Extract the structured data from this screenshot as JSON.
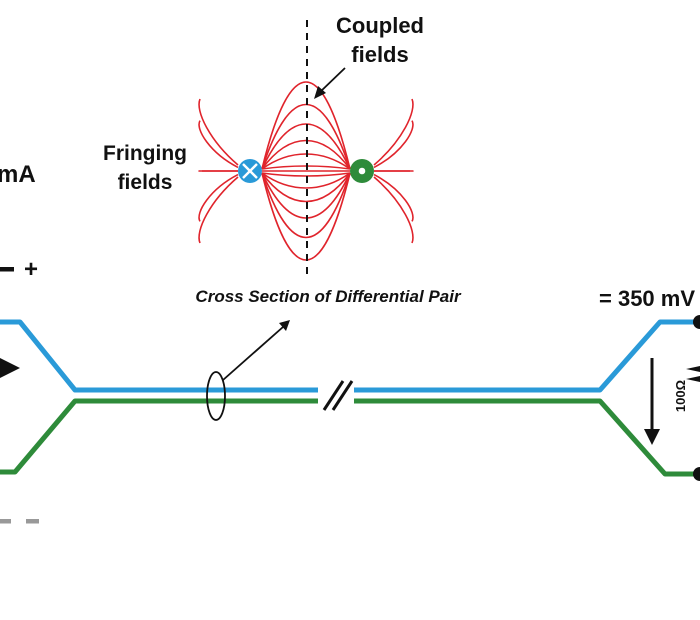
{
  "labels": {
    "coupled_line1": "Coupled",
    "coupled_line2": "fields",
    "fringing_line1": "Fringing",
    "fringing_line2": "fields",
    "cross_section": "Cross Section of Differential Pair",
    "current": "mA",
    "voltage": "= 350 mV",
    "resistor": "100Ω",
    "plus_sign": "+",
    "minus_sign": "–"
  },
  "colors": {
    "positive_trace": "#2a9ad8",
    "negative_trace": "#2e8b3a",
    "field_lines": "#e0242c",
    "ink": "#111111"
  },
  "icons": {
    "left_conductor": "current-into-page-icon",
    "right_conductor": "current-out-of-page-icon",
    "break_marks": "line-break-icon"
  }
}
